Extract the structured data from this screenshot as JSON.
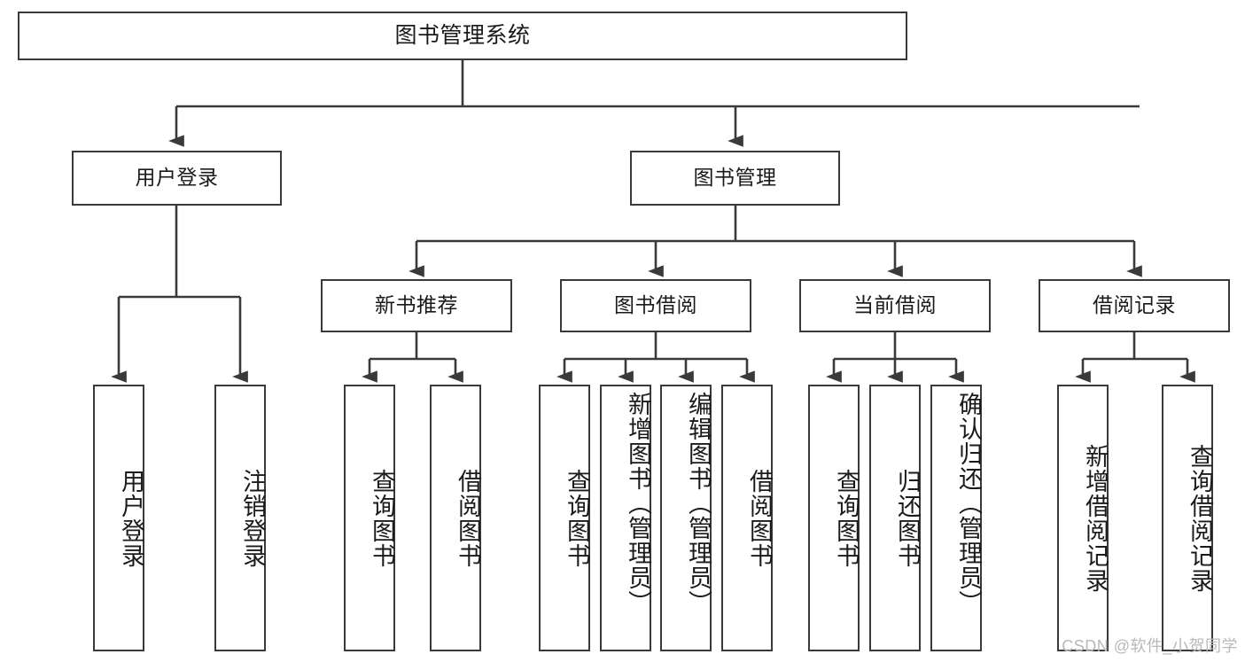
{
  "diagram": {
    "title": "图书管理系统",
    "type": "tree",
    "colors": {
      "stroke": "#3a3a3a",
      "fill": "#ffffff",
      "text": "#1a1a1a",
      "watermark": "#b9b9b9"
    },
    "root": {
      "label": "图书管理系统"
    },
    "level2": [
      {
        "label": "用户登录"
      },
      {
        "label": "图书管理"
      }
    ],
    "level3": [
      {
        "label": "新书推荐"
      },
      {
        "label": "图书借阅"
      },
      {
        "label": "当前借阅"
      },
      {
        "label": "借阅记录"
      }
    ],
    "leaves": {
      "user_login": [
        {
          "label": "用户登录"
        },
        {
          "label": "注销登录"
        }
      ],
      "new_book": [
        {
          "label": "查询图书"
        },
        {
          "label": "借阅图书"
        }
      ],
      "book_borrow": [
        {
          "label": "查询图书"
        },
        {
          "label": "新增图书（管理员）"
        },
        {
          "label": "编辑图书（管理员）"
        },
        {
          "label": "借阅图书"
        }
      ],
      "current_borrow": [
        {
          "label": "查询图书"
        },
        {
          "label": "归还图书"
        },
        {
          "label": "确认归还（管理员）"
        }
      ],
      "borrow_record": [
        {
          "label": "新增借阅记录"
        },
        {
          "label": "查询借阅记录"
        }
      ]
    }
  },
  "watermark": {
    "text": "CSDN @软件_小贺同学"
  }
}
